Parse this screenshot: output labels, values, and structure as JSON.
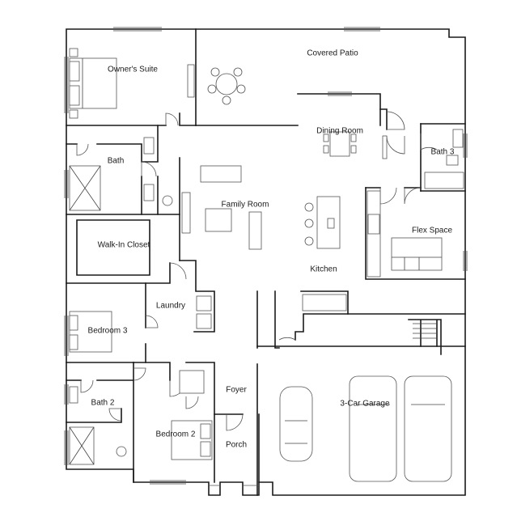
{
  "rooms": {
    "owners_suite": "Owner's Suite",
    "covered_patio": "Covered Patio",
    "dining_room": "Dining Room",
    "bath": "Bath",
    "bath_3": "Bath 3",
    "family_room": "Family Room",
    "flex_space": "Flex Space",
    "walk_in_closet": "Walk-In Closet",
    "kitchen": "Kitchen",
    "laundry": "Laundry",
    "bedroom_3": "Bedroom 3",
    "foyer": "Foyer",
    "three_car_garage": "3-Car Garage",
    "bath_2": "Bath 2",
    "bedroom_2": "Bedroom 2",
    "porch": "Porch"
  },
  "colors": {
    "wall": "#1a1a1a",
    "fixture": "#555555",
    "background": "#ffffff"
  }
}
